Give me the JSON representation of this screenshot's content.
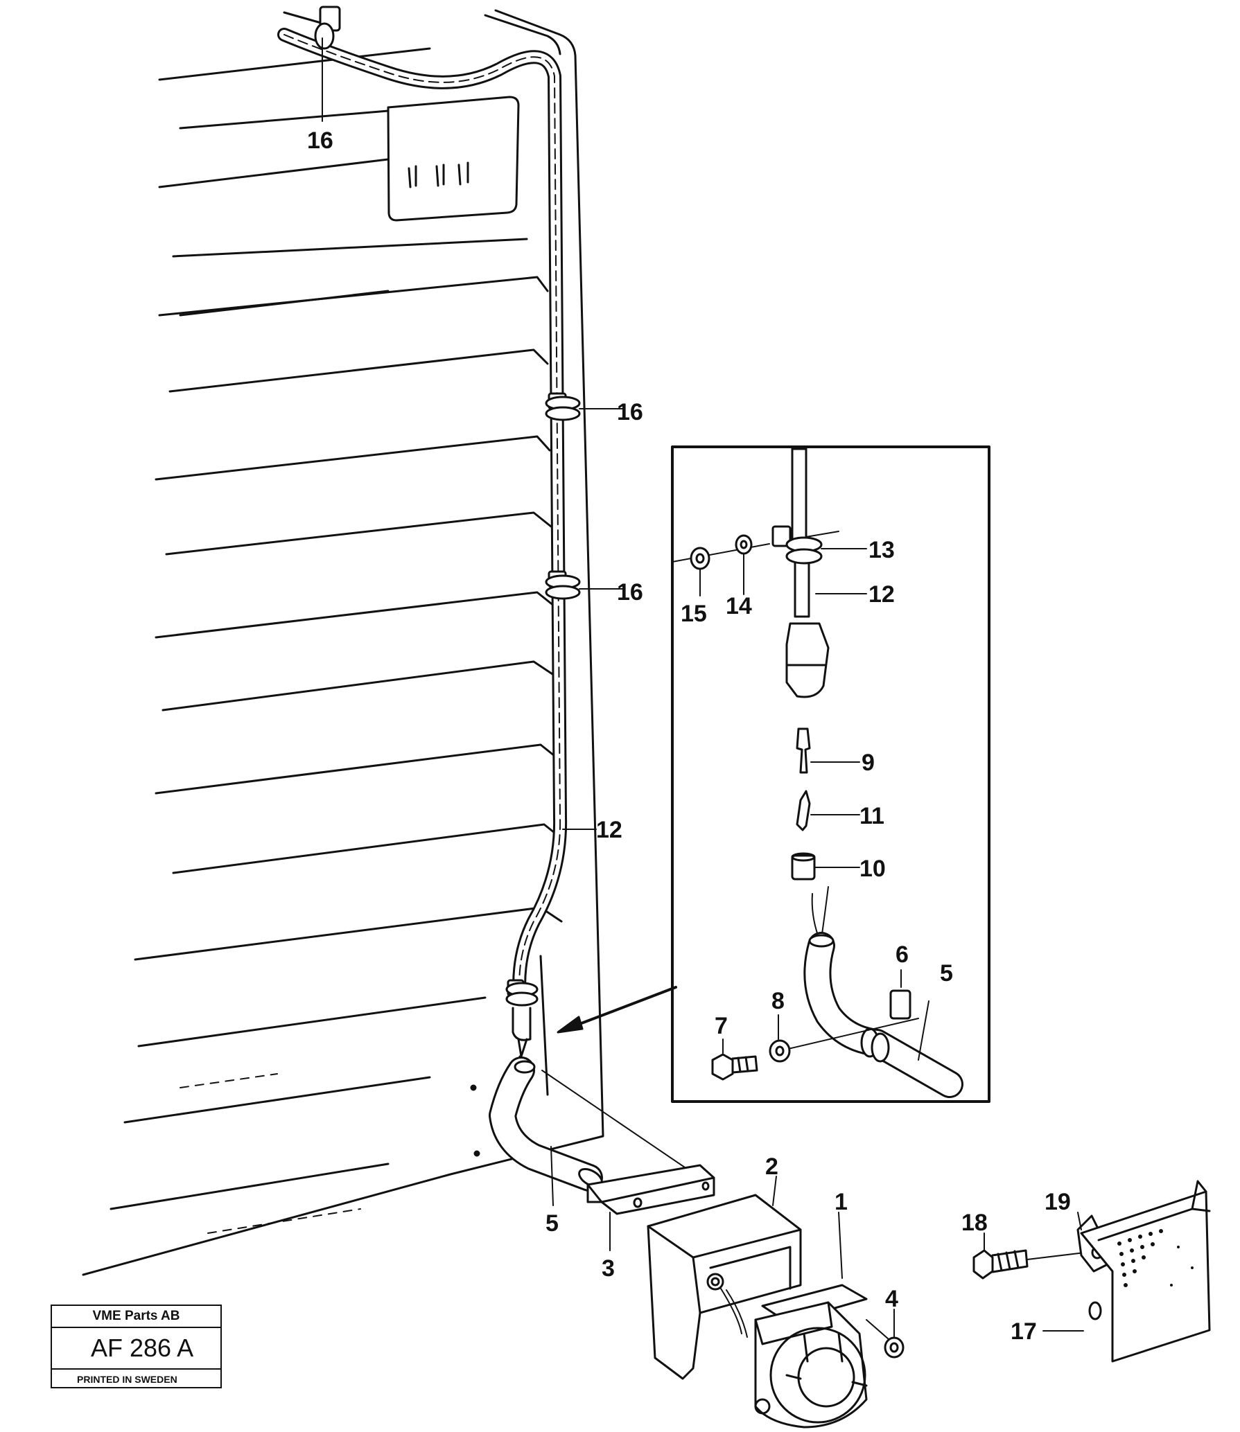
{
  "callouts": {
    "c1": "1",
    "c2": "2",
    "c3": "3",
    "c4": "4",
    "c5a": "5",
    "c5b": "5",
    "c6": "6",
    "c7": "7",
    "c8": "8",
    "c9": "9",
    "c10": "10",
    "c11": "11",
    "c12a": "12",
    "c12b": "12",
    "c13": "13",
    "c14": "14",
    "c15": "15",
    "c16a": "16",
    "c16b": "16",
    "c16c": "16",
    "c17": "17",
    "c18": "18",
    "c19": "19"
  },
  "stamp": {
    "company": "VME Parts AB",
    "code": "AF 286 A",
    "printed": "PRINTED IN SWEDEN"
  }
}
